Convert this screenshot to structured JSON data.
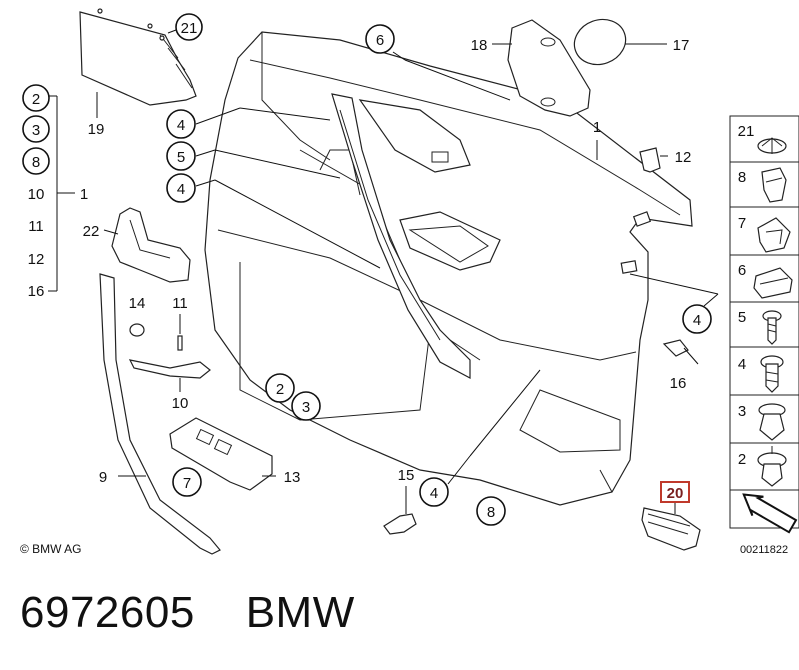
{
  "diagram": {
    "copyright": "© BMW AG",
    "drawing_number": "00211822",
    "highlighted_callout": "20",
    "callouts": {
      "c21_top": "21",
      "c6": "6",
      "c18": "18",
      "c17": "17",
      "c1": "1",
      "c12": "12",
      "c19": "19",
      "c4_a": "4",
      "c5": "5",
      "c4_b": "4",
      "c22": "22",
      "c14": "14",
      "c11": "11",
      "c10": "10",
      "c9": "9",
      "c7": "7",
      "c13": "13",
      "c2": "2",
      "c3": "3",
      "c15": "15",
      "c4_c": "4",
      "c8": "8",
      "c4_d": "4",
      "c16": "16",
      "c20": "20"
    },
    "group_list": {
      "items": [
        "2",
        "3",
        "8",
        "10",
        "11",
        "12",
        "16"
      ],
      "target": "1"
    },
    "fastener_panel": [
      "21",
      "8",
      "7",
      "6",
      "5",
      "4",
      "3",
      "2"
    ]
  },
  "footer": {
    "part_number": "6972605",
    "brand": "BMW"
  }
}
